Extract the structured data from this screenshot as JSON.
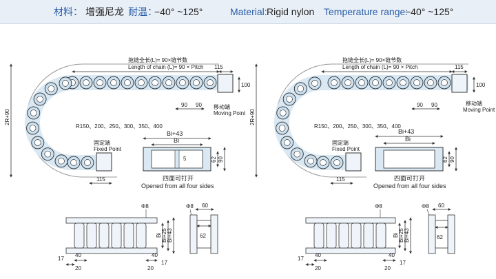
{
  "header": {
    "material_label": "材料：",
    "material_value_cn": "增强尼龙",
    "temp_label_cn": "耐温：",
    "temp_value_cn": "−40° ~125°",
    "material_label_en": "Material:",
    "material_value_en": "Rigid nylon",
    "temp_label_en": "Temperature range:",
    "temp_value_en": "−40° ~125°"
  },
  "colors": {
    "banner_bg": "#e9eff6",
    "label_blue": "#2a5ea8",
    "chain_fill": "#d9e8f3",
    "line": "#333333"
  },
  "left_view": {
    "chain_length_cn": "拖链全长(L)= 90×链节数",
    "chain_length_en": "Length of chain (L)= 90 × Pitch",
    "dim_115_top": "115",
    "dim_100": "100",
    "dim_90_a": "90",
    "dim_90_b": "90",
    "moving_point_cn": "移动端",
    "moving_point_en": "Moving Point",
    "radius_text": "R150、200、250、300、350、400",
    "dim_2r90": "2R+90",
    "fixed_point_cn": "固定端",
    "fixed_point_en": "Fixed Point",
    "dim_115_bottom": "115"
  },
  "left_section": {
    "bi43": "Bi+43",
    "bi": "Bi",
    "dim_5": "5",
    "dim_62": "62",
    "dim_90": "90",
    "caption_cn": "四面可打开",
    "caption_en": "Opened from all four sides"
  },
  "right_view": {
    "chain_length_cn": "拖链全长(L)= 90×链节数",
    "chain_length_en": "Length of chain (L)= 90 × Pitch",
    "dim_115_top": "115",
    "dim_100": "100",
    "dim_90_a": "90",
    "dim_90_b": "90",
    "moving_point_cn": "移动端",
    "moving_point_en": "Moving Point",
    "radius_text": "R150、200、250、300、350、400",
    "dim_2r90": "2R+90",
    "fixed_point_cn": "固定端",
    "fixed_point_en": "Fixed Point",
    "dim_115_bottom": "115"
  },
  "right_section": {
    "bi43": "Bi+43",
    "bi": "Bi",
    "dim_62": "62",
    "dim_90": "90",
    "caption_cn": "四面可打开",
    "caption_en": "Opened from all four sides"
  },
  "bottom_left_plan": {
    "phi8": "Φ8",
    "bi": "Bi",
    "bi25": "Bi+25",
    "bi43": "Bi+43",
    "dim_17": "17",
    "dim_40": "40",
    "dim_20": "20",
    "dim_17b": "17"
  },
  "bottom_left_bracket": {
    "phi8": "Φ8",
    "dim_60": "60",
    "dim_62": "62"
  },
  "bottom_right_plan": {
    "phi8": "Φ8",
    "bi": "Bi",
    "bi25": "Bi+25",
    "bi43": "Bi+43",
    "dim_17": "17",
    "dim_40": "40",
    "dim_20": "20",
    "dim_17b": "17"
  },
  "bottom_right_bracket": {
    "phi8": "Φ8",
    "dim_60": "60",
    "dim_62": "62"
  }
}
